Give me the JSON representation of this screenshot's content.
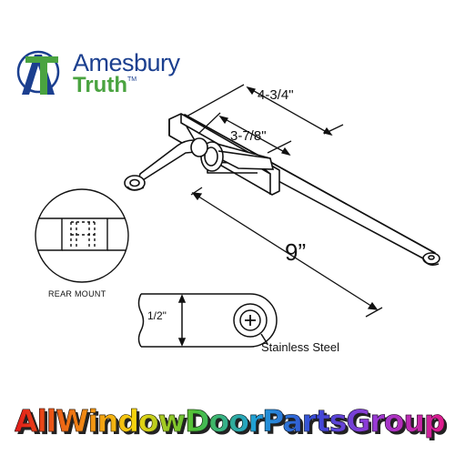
{
  "logo": {
    "brand_line1": "Amesbury",
    "brand_line2": "Truth",
    "trademark": "TM",
    "mark_icon": "amesbury-truth-logo-mark",
    "colors": {
      "blue": "#1b3f8f",
      "green": "#4aa340"
    }
  },
  "dimensions": {
    "overall_offset": "4-3/4\"",
    "inner_offset": "3-7/8\"",
    "arm_length": "9”",
    "arm_width": "1/2\""
  },
  "labels": {
    "rear_mount": "REAR MOUNT",
    "stainless": "Stainless Steel"
  },
  "banner": {
    "text": "AllWindowDoorPartsGroup",
    "colors": [
      "#e11b1b",
      "#f07b14",
      "#f5d40f",
      "#4bbf3a",
      "#1fa0d8",
      "#3a48d6",
      "#9b3ad6",
      "#e01b8a"
    ]
  }
}
